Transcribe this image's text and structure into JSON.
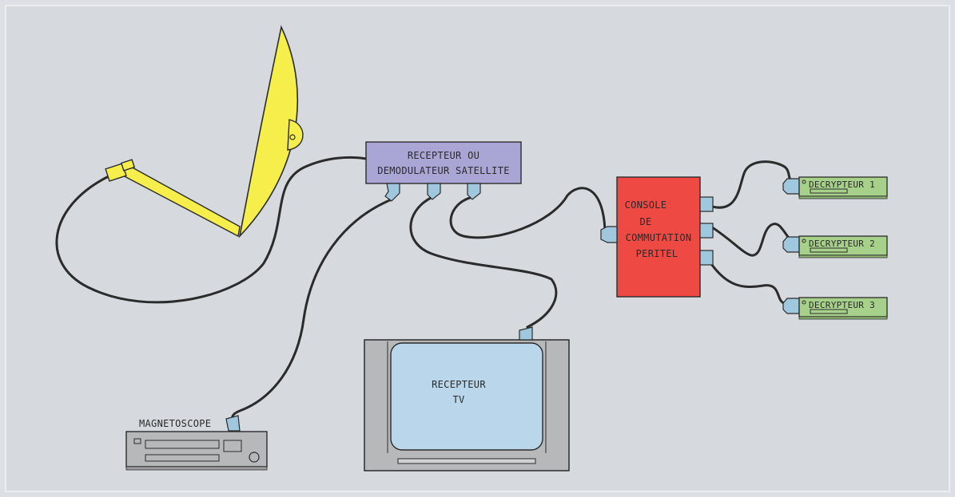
{
  "colors": {
    "background": "#dfe2e6",
    "panel": "#d7dbe0",
    "dish": "#f6ee4a",
    "receiver": "#a9a6d6",
    "console": "#ee4a43",
    "decoder": "#a7d08a",
    "device_gray": "#b7b8ba",
    "tv_screen": "#b9d6ea",
    "connector": "#9fc7dd",
    "cable": "#2b2b2b"
  },
  "diagram": {
    "dish": {
      "icon": "satellite-dish-icon"
    },
    "receiver": {
      "line1": "RECEPTEUR OU",
      "line2": "DEMODULATEUR SATELLITE"
    },
    "console": {
      "line1": "CONSOLE",
      "line2": "DE",
      "line3": "COMMUTATION",
      "line4": "PERITEL"
    },
    "decoders": [
      {
        "label": "DECRYPTEUR  1"
      },
      {
        "label": "DECRYPTEUR  2"
      },
      {
        "label": "DECRYPTEUR  3"
      }
    ],
    "tv": {
      "line1": "RECEPTEUR",
      "line2": "TV"
    },
    "vcr": {
      "label": "MAGNETOSCOPE"
    }
  }
}
